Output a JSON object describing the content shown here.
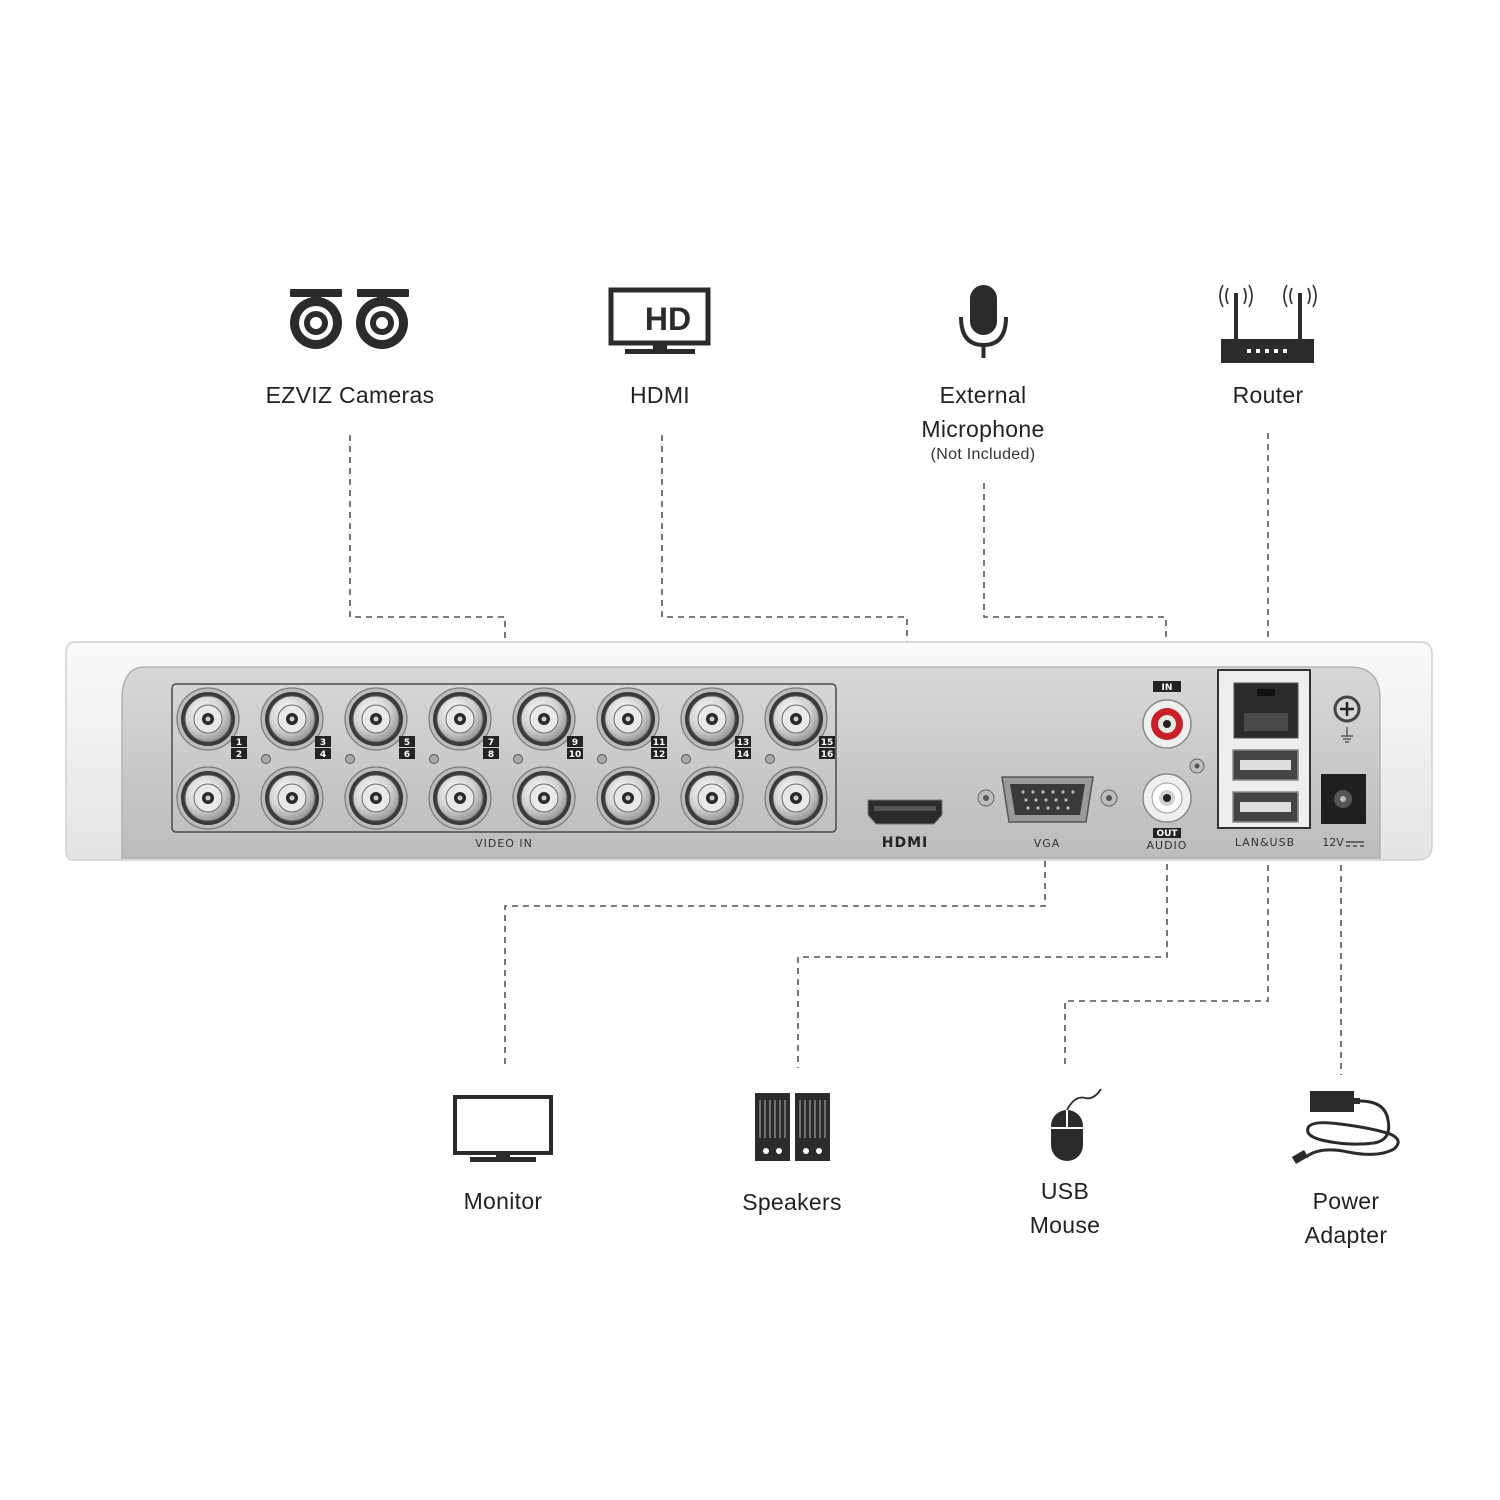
{
  "top_devices": [
    {
      "id": "cameras",
      "label": "EZVIZ Cameras",
      "icon": "camera-pair-icon"
    },
    {
      "id": "hdmi",
      "label": "HDMI",
      "icon": "hd-tv-icon",
      "icon_text": "HD"
    },
    {
      "id": "microphone",
      "label_line1": "External",
      "label_line2": "Microphone",
      "note": "(Not Included)",
      "icon": "microphone-icon"
    },
    {
      "id": "router",
      "label": "Router",
      "icon": "router-icon"
    }
  ],
  "bottom_devices": [
    {
      "id": "monitor",
      "label": "Monitor",
      "icon": "monitor-icon"
    },
    {
      "id": "speakers",
      "label": "Speakers",
      "icon": "speakers-icon"
    },
    {
      "id": "mouse",
      "label_line1": "USB",
      "label_line2": "Mouse",
      "icon": "mouse-icon"
    },
    {
      "id": "power",
      "label_line1": "Power",
      "label_line2": "Adapter",
      "icon": "power-adapter-icon"
    }
  ],
  "dvr_panel": {
    "video_in_label": "VIDEO IN",
    "channel_numbers": [
      "1",
      "2",
      "3",
      "4",
      "5",
      "6",
      "7",
      "8",
      "9",
      "10",
      "11",
      "12",
      "13",
      "14",
      "15",
      "16"
    ],
    "hdmi_label": "HDMI",
    "vga_label": "VGA",
    "audio_in_label": "IN",
    "audio_out_label": "OUT",
    "audio_label": "AUDIO",
    "lan_usb_label": "LAN&USB",
    "power_label": "12V"
  },
  "colors": {
    "line": "#555555",
    "panel": "#c9c9c9",
    "body": "#f1f1f1",
    "icon": "#2b2b2b",
    "rca_red": "#c8202a"
  }
}
